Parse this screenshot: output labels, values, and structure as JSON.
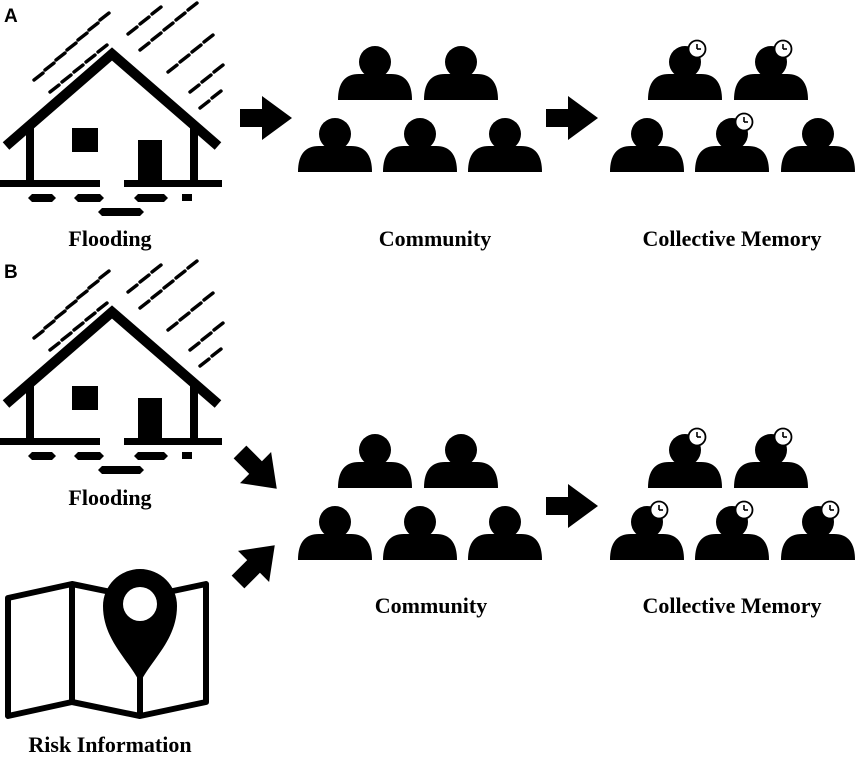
{
  "panels": [
    {
      "label": "A",
      "sources": [
        {
          "caption": "Flooding",
          "icon": "flooded-house-icon"
        }
      ],
      "community": {
        "caption": "Community",
        "icon": "people-group-icon"
      },
      "memory": {
        "caption": "Collective Memory",
        "icon": "people-group-with-clocks-icon",
        "clock_count": 3
      }
    },
    {
      "label": "B",
      "sources": [
        {
          "caption": "Flooding",
          "icon": "flooded-house-icon"
        },
        {
          "caption": "Risk Information",
          "icon": "map-pin-icon"
        }
      ],
      "community": {
        "caption": "Community",
        "icon": "people-group-icon"
      },
      "memory": {
        "caption": "Collective Memory",
        "icon": "people-group-with-clocks-icon",
        "clock_count": 5
      }
    }
  ],
  "colors": {
    "ink": "#000000",
    "paper": "#ffffff"
  }
}
